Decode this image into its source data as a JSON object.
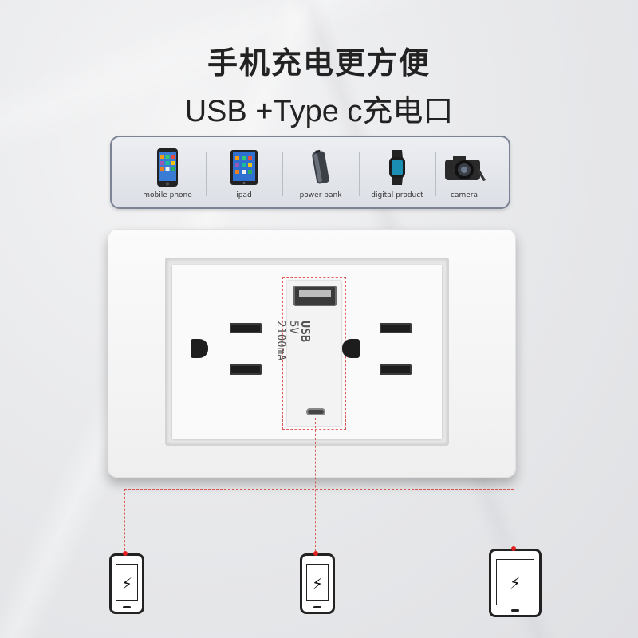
{
  "header": {
    "title": "手机充电更方便",
    "subtitle": "USB +Type c充电口"
  },
  "devices": [
    {
      "label": "mobile phone",
      "icon": "smartphone-icon"
    },
    {
      "label": "ipad",
      "icon": "tablet-icon"
    },
    {
      "label": "power bank",
      "icon": "power-bank-icon"
    },
    {
      "label": "digital product",
      "icon": "smartwatch-icon"
    },
    {
      "label": "camera",
      "icon": "camera-icon"
    }
  ],
  "usb_module": {
    "brand": "USB",
    "voltage": "5V",
    "current": "2100mA"
  },
  "charging_targets": [
    {
      "icon": "phone-charging-icon"
    },
    {
      "icon": "phone-charging-icon"
    },
    {
      "icon": "tablet-charging-icon"
    }
  ],
  "colors": {
    "accent": "#e02020",
    "border": "#7b8394"
  }
}
